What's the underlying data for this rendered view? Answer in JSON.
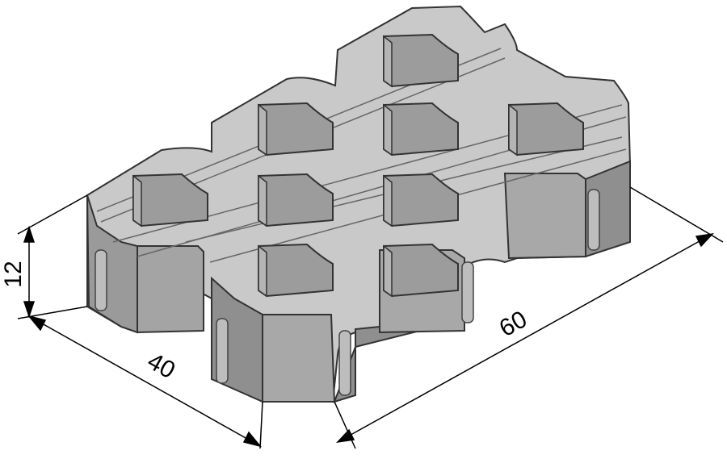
{
  "dimensions": {
    "height_label": "12",
    "width_label": "40",
    "length_label": "60"
  },
  "colors": {
    "top": "#c9c9c9",
    "front": "#a8a8a8",
    "side": "#8f8f8f",
    "cell_back": "#9c9c9c",
    "cell_side": "#b4b4b4",
    "outline": "#333333",
    "dimension": "#000000"
  },
  "grid": {
    "rows": 3,
    "cols": 3
  }
}
